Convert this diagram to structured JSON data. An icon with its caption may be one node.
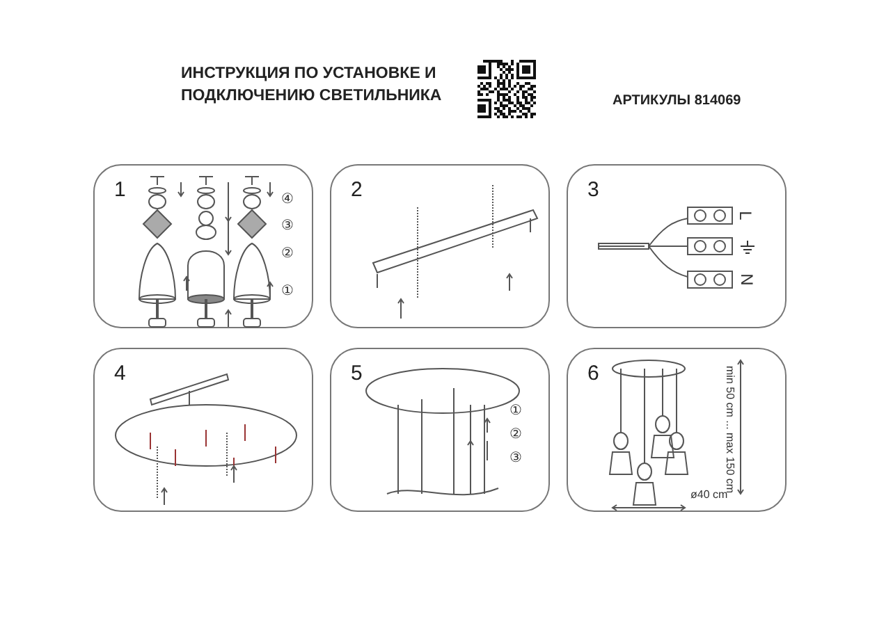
{
  "diagram": {
    "title": "ИНСТРУКЦИЯ ПО УСТАНОВКЕ И ПОДКЛЮЧЕНИЮ СВЕТИЛЬНИКА",
    "nodes": [
      {
        "text": [
          "1",
          "④",
          "③",
          "②",
          "①"
        ]
      },
      {
        "text": [
          "2"
        ]
      },
      {
        "text": [
          "3",
          "L",
          "N"
        ]
      },
      {
        "text": [
          "4"
        ]
      },
      {
        "text": [
          "5",
          "①",
          "②",
          "③"
        ]
      },
      {
        "text": [
          "6",
          "min 50 cm ... max 150 cm",
          "ø40 cm"
        ]
      }
    ],
    "labels": [
      "АРТИКУЛЫ 814069"
    ]
  }
}
